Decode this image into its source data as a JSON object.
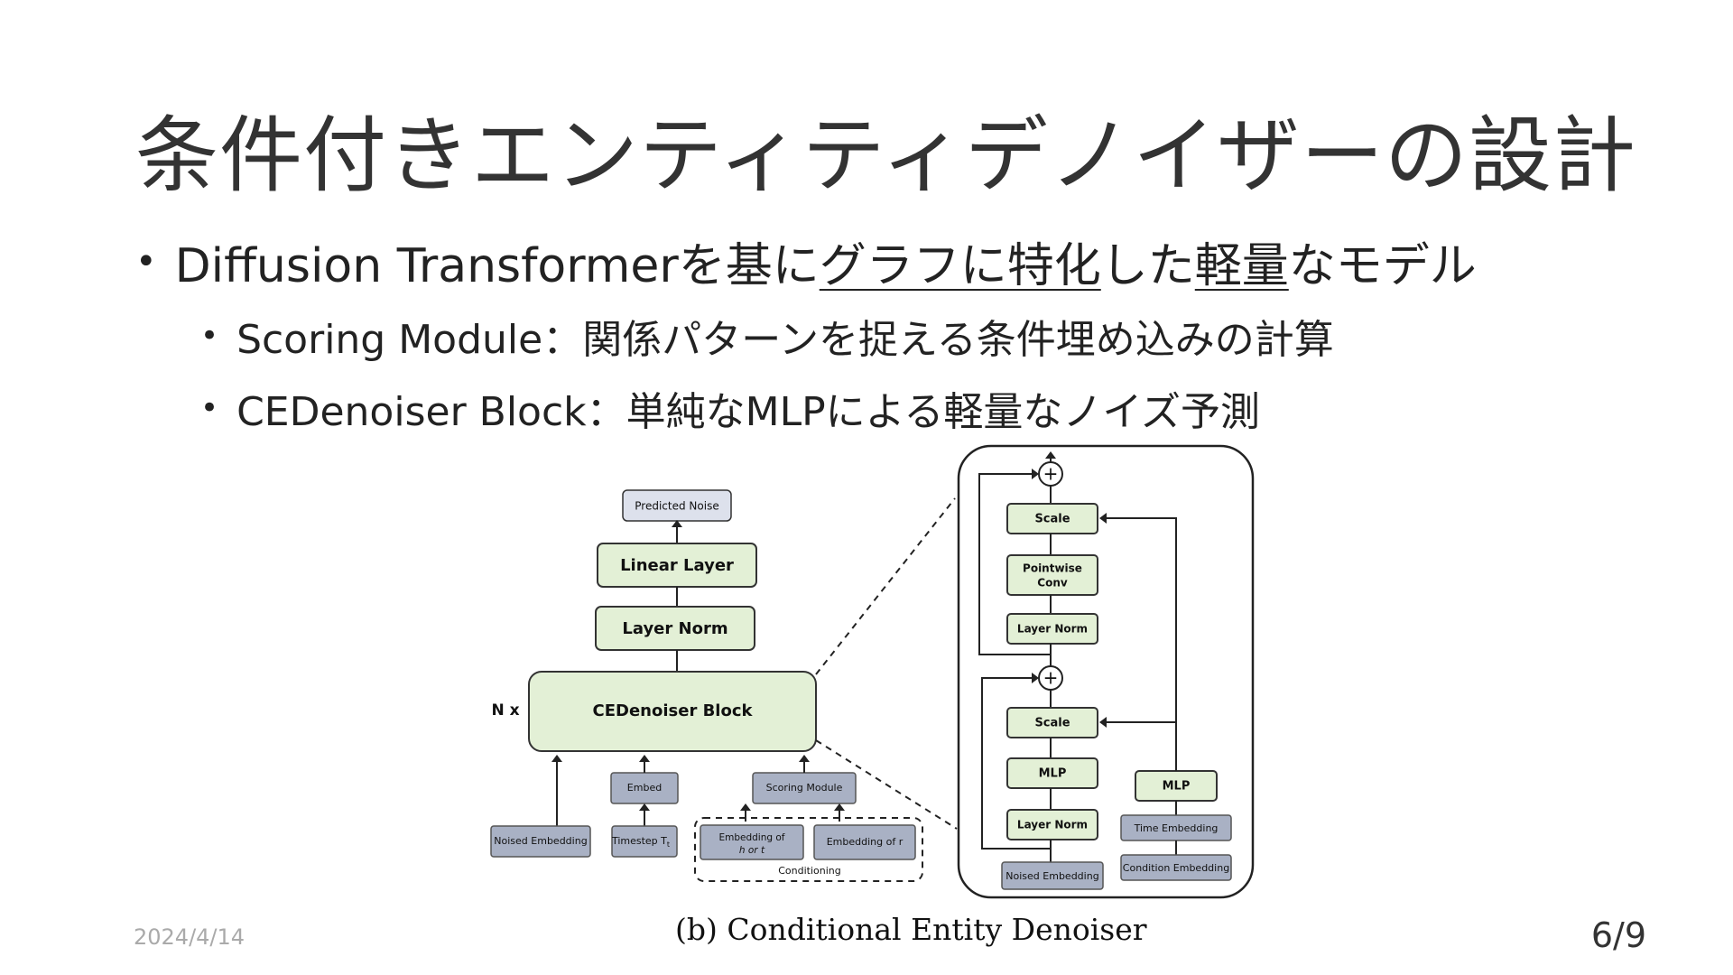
{
  "slide": {
    "title": "条件付きエンティティデノイザーの設計",
    "bullet1": {
      "prefix": "Diffusion Transformerを基に",
      "underline1": "グラフに特化",
      "mid": "した",
      "underline2": "軽量",
      "suffix": "なモデル"
    },
    "sub_bullets": [
      "Scoring Module：関係パターンを捉える条件埋め込みの計算",
      "CEDenoiser Block：単純なMLPによる軽量なノイズ予測"
    ],
    "date": "2024/4/14",
    "page": "6/9"
  },
  "diagram": {
    "caption": "(b) Conditional Entity Denoiser",
    "left": {
      "predicted_noise": "Predicted Noise",
      "linear_layer": "Linear Layer",
      "layer_norm": "Layer Norm",
      "block": "CEDenoiser Block",
      "repeat": "N x",
      "embed": "Embed",
      "scoring_module": "Scoring Module",
      "noised_embedding": "Noised Embedding",
      "timestep": "Timestep T",
      "timestep_sub": "t",
      "embedding_hr_1": "Embedding of",
      "embedding_hr_2": "h or t",
      "embedding_r": "Embedding of r",
      "conditioning": "Conditioning"
    },
    "right": {
      "plus": "+",
      "scale_top": "Scale",
      "pointwise_1": "Pointwise",
      "pointwise_2": "Conv",
      "layer_norm_top": "Layer Norm",
      "scale_bottom": "Scale",
      "mlp_left": "MLP",
      "layer_norm_bottom": "Layer Norm",
      "noised_embedding": "Noised Embedding",
      "mlp_right": "MLP",
      "time_embedding": "Time Embedding",
      "condition_embedding": "Condition Embedding"
    }
  },
  "colors": {
    "green_box": "#e3f0d6",
    "gray_box": "#a9b1c4",
    "pred_box": "#dde1ec"
  }
}
